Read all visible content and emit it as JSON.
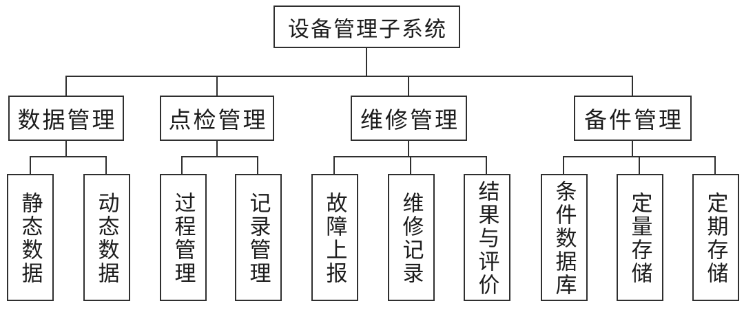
{
  "diagram": {
    "title": "设备管理子系统",
    "colors": {
      "line": "#2f2f2f",
      "border": "#2f2f2f",
      "background": "#ffffff",
      "text": "#1c1c1c"
    },
    "root": {
      "label": "设备管理子系统"
    },
    "branches": [
      {
        "label": "数据管理",
        "children": [
          {
            "label": "静态数据"
          },
          {
            "label": "动态数据"
          }
        ]
      },
      {
        "label": "点检管理",
        "children": [
          {
            "label": "过程管理"
          },
          {
            "label": "记录管理"
          }
        ]
      },
      {
        "label": "维修管理",
        "children": [
          {
            "label": "故障上报"
          },
          {
            "label": "维修记录"
          },
          {
            "label": "结果与评价"
          }
        ]
      },
      {
        "label": "备件管理",
        "children": [
          {
            "label": "条件数据库"
          },
          {
            "label": "定量存储"
          },
          {
            "label": "定期存储"
          }
        ]
      }
    ]
  }
}
